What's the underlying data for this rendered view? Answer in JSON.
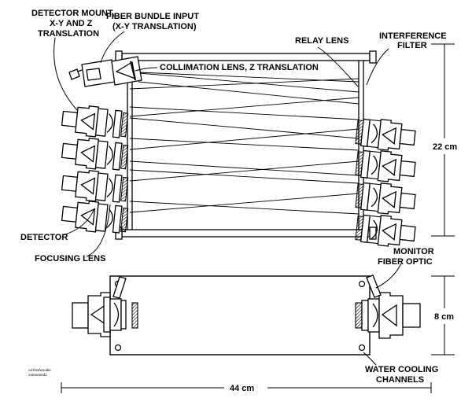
{
  "labels": {
    "detector_mount": [
      "DETECTOR MOUNT,",
      "X-Y AND Z",
      "TRANSLATION"
    ],
    "fiber_bundle": [
      "FIBER BUNDLE INPUT",
      "(X-Y TRANSLATION)"
    ],
    "collimation_lens": "COLLIMATION LENS, Z TRANSLATION",
    "relay_lens": "RELAY LENS",
    "interference_filter": [
      "INTERFERENCE",
      "FILTER"
    ],
    "detector": "DETECTOR",
    "focusing_lens": "FOCUSING LENS",
    "monitor_fiber": [
      "MONITOR",
      "FIBER OPTIC"
    ],
    "water_cooling": [
      "WATER COOLING",
      "CHANNELS"
    ],
    "footer_note": [
      "cd-fins/woodie",
      "camera/ed1"
    ]
  },
  "dimensions": {
    "height_top": "22  cm",
    "height_bottom": "8  cm",
    "width": "44  cm"
  }
}
